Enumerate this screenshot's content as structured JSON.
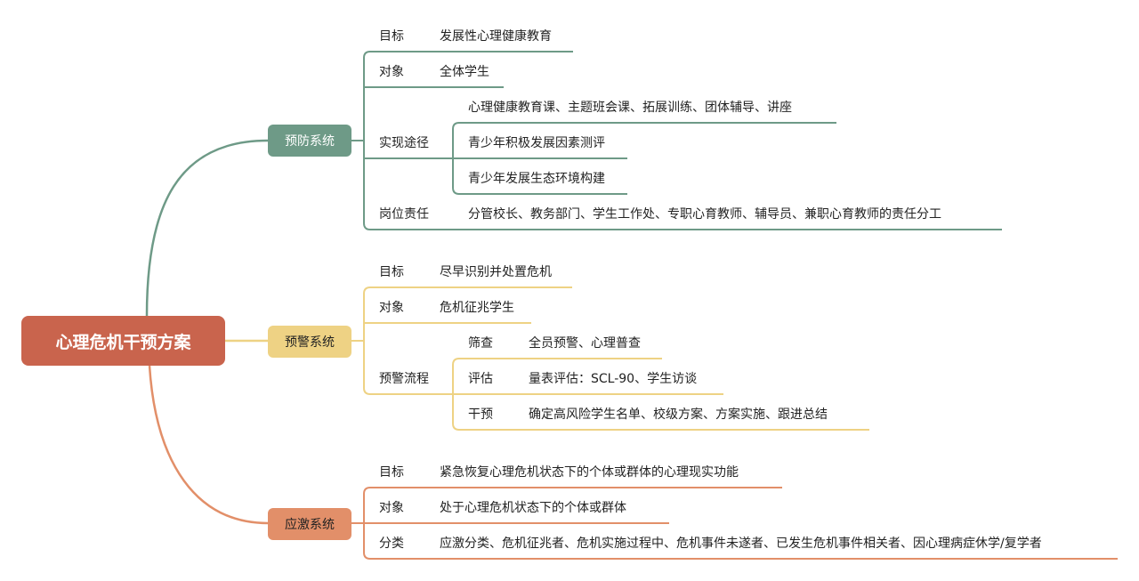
{
  "root": {
    "label": "心理危机干预方案",
    "color": "#c9644d"
  },
  "branches": [
    {
      "label": "预防系统",
      "color": "#6e9a87",
      "items": {
        "goal": {
          "key": "目标",
          "value": "发展性心理健康教育"
        },
        "target": {
          "key": "对象",
          "value": "全体学生"
        },
        "approach": {
          "key": "实现途径",
          "values": [
            "心理健康教育课、主题班会课、拓展训练、团体辅导、讲座",
            "青少年积极发展因素测评",
            "青少年发展生态环境构建"
          ]
        },
        "duty": {
          "key": "岗位责任",
          "value": "分管校长、教务部门、学生工作处、专职心育教师、辅导员、兼职心育教师的责任分工"
        }
      }
    },
    {
      "label": "预警系统",
      "color": "#eed284",
      "items": {
        "goal": {
          "key": "目标",
          "value": "尽早识别并处置危机"
        },
        "target": {
          "key": "对象",
          "value": "危机征兆学生"
        },
        "process": {
          "key": "预警流程",
          "steps": [
            {
              "key": "筛查",
              "value": "全员预警、心理普查"
            },
            {
              "key": "评估",
              "value": "量表评估：SCL-90、学生访谈"
            },
            {
              "key": "干预",
              "value": "确定高风险学生名单、校级方案、方案实施、跟进总结"
            }
          ]
        }
      }
    },
    {
      "label": "应激系统",
      "color": "#e28f69",
      "items": {
        "goal": {
          "key": "目标",
          "value": "紧急恢复心理危机状态下的个体或群体的心理现实功能"
        },
        "target": {
          "key": "对象",
          "value": "处于心理危机状态下的个体或群体"
        },
        "category": {
          "key": "分类",
          "value": "应激分类、危机征兆者、危机实施过程中、危机事件未遂者、已发生危机事件相关者、因心理病症休学/复学者"
        }
      }
    }
  ]
}
